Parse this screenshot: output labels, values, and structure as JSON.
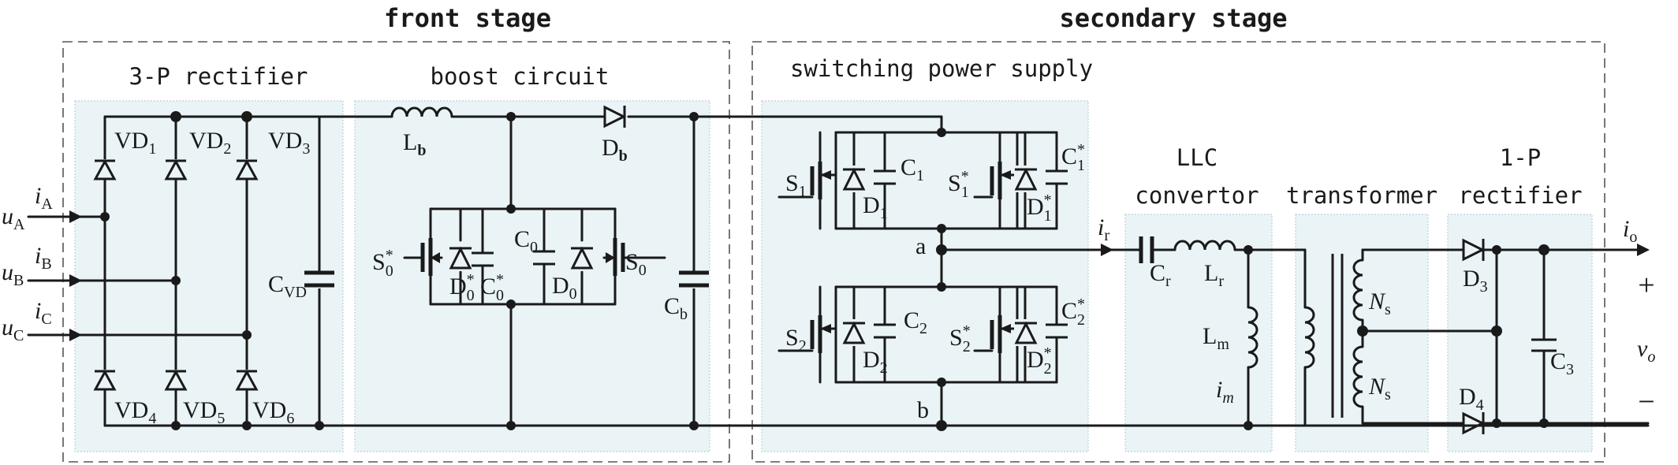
{
  "stages": {
    "front": "front stage",
    "secondary": "secondary stage"
  },
  "sections": {
    "rectifier3p": "3-P rectifier",
    "boost": "boost circuit",
    "sps": "switching power supply",
    "llc_line1": "LLC",
    "llc_line2": "convertor",
    "transformer": "transformer",
    "rect1p_line1": "1-P",
    "rect1p_line2": "rectifier"
  },
  "inputs": [
    {
      "u": "u",
      "u_sub": "A",
      "i": "i",
      "i_sub": "A"
    },
    {
      "u": "u",
      "u_sub": "B",
      "i": "i",
      "i_sub": "B"
    },
    {
      "u": "u",
      "u_sub": "C",
      "i": "i",
      "i_sub": "C"
    }
  ],
  "rectifier_diodes": {
    "vd1": {
      "base": "VD",
      "sub": "1"
    },
    "vd2": {
      "base": "VD",
      "sub": "2"
    },
    "vd3": {
      "base": "VD",
      "sub": "3"
    },
    "vd4": {
      "base": "VD",
      "sub": "4"
    },
    "vd5": {
      "base": "VD",
      "sub": "5"
    },
    "vd6": {
      "base": "VD",
      "sub": "6"
    }
  },
  "cvd": {
    "base": "C",
    "sub": "VD"
  },
  "boost": {
    "lb": {
      "base": "L",
      "sub": "b"
    },
    "db": {
      "base": "D",
      "sub": "b"
    },
    "cb": {
      "base": "C",
      "sub": "b"
    },
    "s0s": {
      "base": "S",
      "sub": "0",
      "sup": "*"
    },
    "d0s": {
      "base": "D",
      "sub": "0",
      "sup": "*"
    },
    "c0s": {
      "base": "C",
      "sub": "0",
      "sup": "*"
    },
    "c0": {
      "base": "C",
      "sub": "0"
    },
    "d0": {
      "base": "D",
      "sub": "0"
    },
    "s0": {
      "base": "S",
      "sub": "0"
    }
  },
  "sps": {
    "s1": {
      "base": "S",
      "sub": "1"
    },
    "d1": {
      "base": "D",
      "sub": "1"
    },
    "c1": {
      "base": "C",
      "sub": "1"
    },
    "s1s": {
      "base": "S",
      "sub": "1",
      "sup": "*"
    },
    "d1s": {
      "base": "D",
      "sub": "1",
      "sup": "*"
    },
    "c1s": {
      "base": "C",
      "sub": "1",
      "sup": "*"
    },
    "s2": {
      "base": "S",
      "sub": "2"
    },
    "d2": {
      "base": "D",
      "sub": "2"
    },
    "c2": {
      "base": "C",
      "sub": "2"
    },
    "s2s": {
      "base": "S",
      "sub": "2",
      "sup": "*"
    },
    "d2s": {
      "base": "D",
      "sub": "2",
      "sup": "*"
    },
    "c2s": {
      "base": "C",
      "sub": "2",
      "sup": "*"
    },
    "node_a": "a",
    "node_b": "b"
  },
  "llc": {
    "ir": {
      "base": "i",
      "sub": "r"
    },
    "cr": {
      "base": "C",
      "sub": "r"
    },
    "lr": {
      "base": "L",
      "sub": "r"
    },
    "lm": {
      "base": "L",
      "sub": "m"
    },
    "im": {
      "base": "i",
      "sub": "m"
    }
  },
  "transformer": {
    "ns_top": {
      "base": "N",
      "sub": "s"
    },
    "ns_bot": {
      "base": "N",
      "sub": "s"
    }
  },
  "output": {
    "d3": {
      "base": "D",
      "sub": "3"
    },
    "d4": {
      "base": "D",
      "sub": "4"
    },
    "c3": {
      "base": "C",
      "sub": "3"
    },
    "io": {
      "base": "i",
      "sub": "o"
    },
    "vo": {
      "base": "v",
      "sub": "o"
    },
    "plus": "+",
    "minus": "−"
  }
}
